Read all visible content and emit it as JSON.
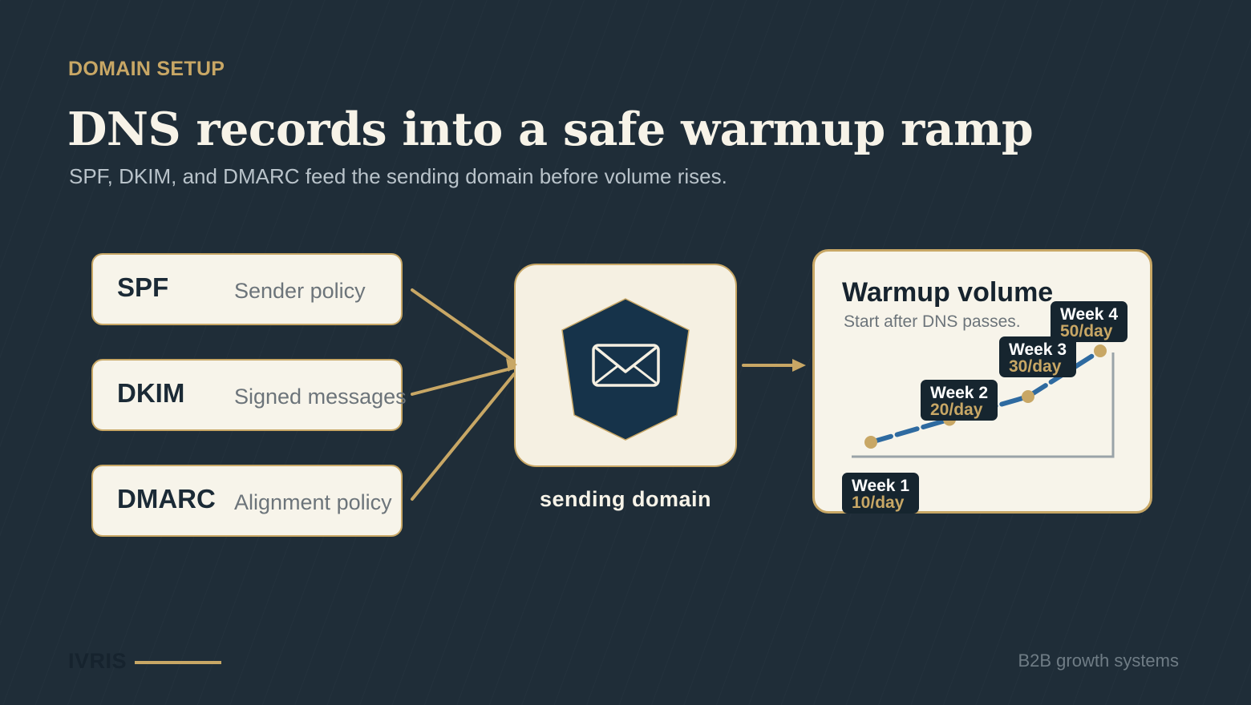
{
  "header": {
    "eyebrow": "DOMAIN SETUP",
    "title": "DNS records into a safe warmup ramp",
    "subtitle": "SPF, DKIM, and DMARC feed the sending domain before volume rises."
  },
  "records": [
    {
      "name": "SPF",
      "description": "Sender policy"
    },
    {
      "name": "DKIM",
      "description": "Signed messages"
    },
    {
      "name": "DMARC",
      "description": "Alignment policy"
    }
  ],
  "hub": {
    "label": "sending domain",
    "icon": "envelope-shield-icon"
  },
  "warmup": {
    "title": "Warmup volume",
    "subtitle": "Start after DNS passes.",
    "weeks": [
      {
        "label": "Week 1",
        "rate": "10/day",
        "value": 10
      },
      {
        "label": "Week 2",
        "rate": "20/day",
        "value": 20
      },
      {
        "label": "Week 3",
        "rate": "30/day",
        "value": 30
      },
      {
        "label": "Week 4",
        "rate": "50/day",
        "value": 50
      }
    ]
  },
  "footer": {
    "brand": "IVRIS",
    "tagline": "B2B growth systems"
  },
  "colors": {
    "background": "#1f2d38",
    "accent_gold": "#c8a765",
    "card": "#f7f4ea",
    "shield": "#16334a",
    "line_blue": "#2e6aa0"
  }
}
